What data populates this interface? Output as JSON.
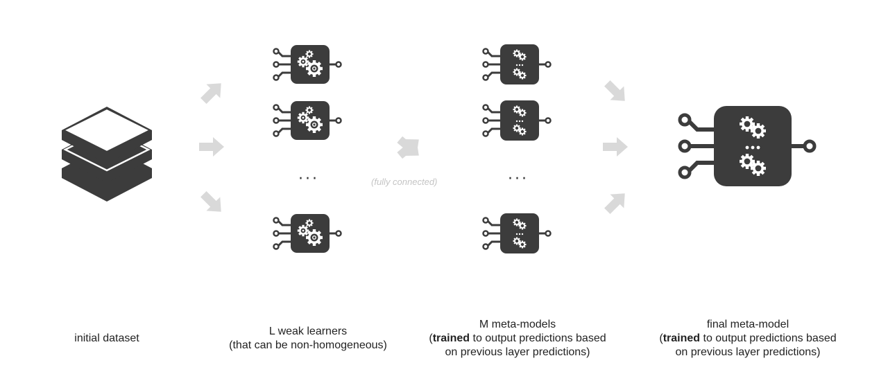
{
  "colors": {
    "node": "#3c3c3c",
    "arrow": "#d9d9d9",
    "gear": "#ffffff",
    "text": "#222222",
    "muted": "#c4c4c4"
  },
  "icons": {
    "dataset": "stacked-layers-icon",
    "weak_learner": "circuit-chip-gears-icon",
    "meta_model": "circuit-chip-stacked-gears-icon",
    "arrow": "gray-arrow-icon"
  },
  "labels": {
    "dataset": "initial dataset",
    "weak_learners_line1": "L weak learners",
    "weak_learners_line2": "(that can be non-homogeneous)",
    "meta_models_line1": "M meta-models",
    "meta_models_open": "(",
    "meta_models_bold": "trained",
    "meta_models_rest": " to output predictions based",
    "meta_models_line3": "on previous layer predictions)",
    "final_line1": "final meta-model",
    "final_open": "(",
    "final_bold": "trained",
    "final_rest": " to output predictions based",
    "final_line3": "on previous layer predictions)",
    "fully_connected": "(fully connected)",
    "ellipsis_weak": "···",
    "ellipsis_meta": "···"
  }
}
